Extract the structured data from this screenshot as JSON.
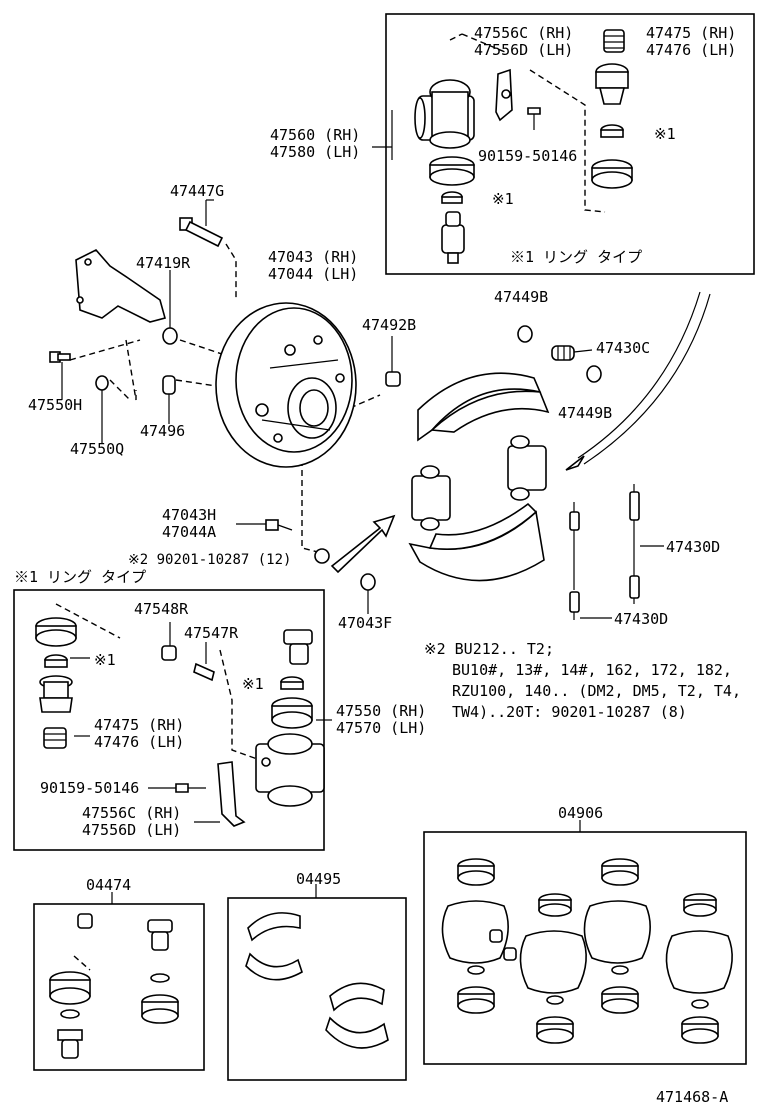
{
  "labels": {
    "p47556c_top": "47556C (RH)",
    "p47556d_top": "47556D (LH)",
    "p47475_top": "47475 (RH)",
    "p47476_top": "47476 (LH)",
    "p47560": "47560 (RH)",
    "p47580": "47580 (LH)",
    "p90159_top": "90159-50146",
    "mark1_top_a": "※1",
    "mark1_top_b": "※1",
    "ring_top": "※1 リング タイプ",
    "p47447g": "47447G",
    "p47419r": "47419R",
    "p47043": "47043 (RH)",
    "p47044": "47044 (LH)",
    "p47492b": "47492B",
    "p47449b_a": "47449B",
    "p47430c": "47430C",
    "p47449b_b": "47449B",
    "p47550h": "47550H",
    "p47496": "47496",
    "p47550q": "47550Q",
    "p47043h": "47043H",
    "p47044a": "47044A",
    "p90201": "※2 90201-10287 (12)",
    "p47430d_a": "47430D",
    "p47430d_b": "47430D",
    "p47043f": "47043F",
    "ring_left": "※1 リング タイプ",
    "p47548r": "47548R",
    "p47547r": "47547R",
    "mark1_left_a": "※1",
    "mark1_left_b": "※1",
    "p47475_left": "47475 (RH)",
    "p47476_left": "47476 (LH)",
    "p47550_rh": "47550 (RH)",
    "p47570_lh": "47570 (LH)",
    "p90159_left": "90159-50146",
    "p47556c_left": "47556C (RH)",
    "p47556d_left": "47556D (LH)",
    "p04474": "04474",
    "p04495": "04495",
    "p04906": "04906",
    "figure_id": "471468-A"
  },
  "note": {
    "line1": "※2 BU212.. T2;",
    "line2": "BU10#, 13#, 14#, 162, 172, 182,",
    "line3": "RZU100, 140.. (DM2, DM5, T2, T4,",
    "line4": "TW4)..20T: 90201-10287 (8)"
  }
}
